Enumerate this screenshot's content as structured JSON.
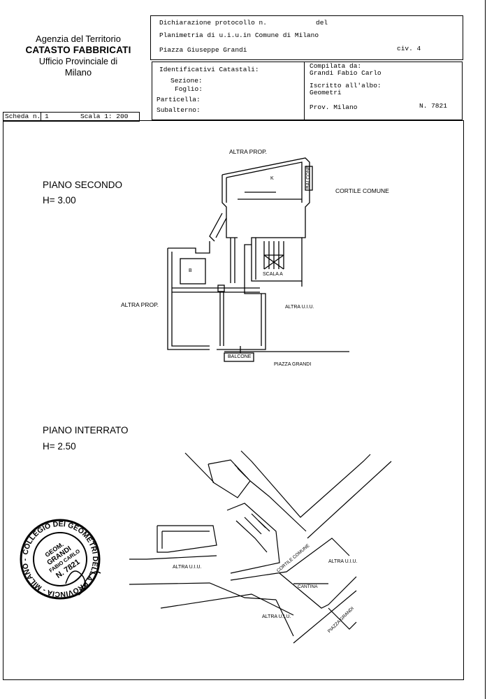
{
  "agency": {
    "line1": "Agenzia del Territorio",
    "line2": "CATASTO FABBRICATI",
    "line3": "Ufficio Provinciale di",
    "line4": "Milano"
  },
  "header": {
    "dichiarazione": "Dichiarazione protocollo n.",
    "del": "del",
    "planimetria": "Planimetria di u.i.u.in Comune di Milano",
    "address": "Piazza Giuseppe Grandi",
    "civ": "civ. 4"
  },
  "identificativi": {
    "title": "Identificativi Catastali:",
    "sezione": "Sezione:",
    "foglio": "Foglio:",
    "particella": "Particella:",
    "subalterno": "Subalterno:"
  },
  "compilata": {
    "label": "Compilata da:",
    "name": "Grandi Fabio Carlo",
    "iscritto": "Iscritto all'albo:",
    "albo": "Geometri",
    "prov": "Prov. Milano",
    "numero": "N. 7821"
  },
  "scheda": {
    "label": "Scheda n. 1",
    "scala": "Scala 1: 200"
  },
  "piano_secondo": {
    "title": "PIANO SECONDO",
    "height": "H= 3.00",
    "labels": {
      "altra_prop_top": "ALTRA PROP.",
      "balcone_right": "BALCONE",
      "cortile": "CORTILE COMUNE",
      "k": "K",
      "b": "B",
      "scala": "SCALA A",
      "altra_prop_left": "ALTRA PROP.",
      "altra_uiu": "ALTRA U.I.U.",
      "balcone_bottom": "BALCONE",
      "piazza": "PIAZZA GRANDI"
    }
  },
  "piano_interrato": {
    "title": "PIANO INTERRATO",
    "height": "H= 2.50",
    "labels": {
      "altra_uiu_left": "ALTRA U.I.U.",
      "altra_uiu_right": "ALTRA U.I.U.",
      "cortile": "CORTILE COMUNE",
      "cantina": "CANTINA",
      "altra_uiu_bottom": "ALTRA U.I.U.",
      "piazza": "PIAZZA GRANDI"
    }
  },
  "stamp": {
    "ring": "COLLEGIO DEI GEOMETRI DELLA PROVINCIA - MILANO -",
    "line1": "GEOM.",
    "line2": "GRANDI",
    "line3": "FABIO CARLO",
    "line4": "N. 7821"
  }
}
